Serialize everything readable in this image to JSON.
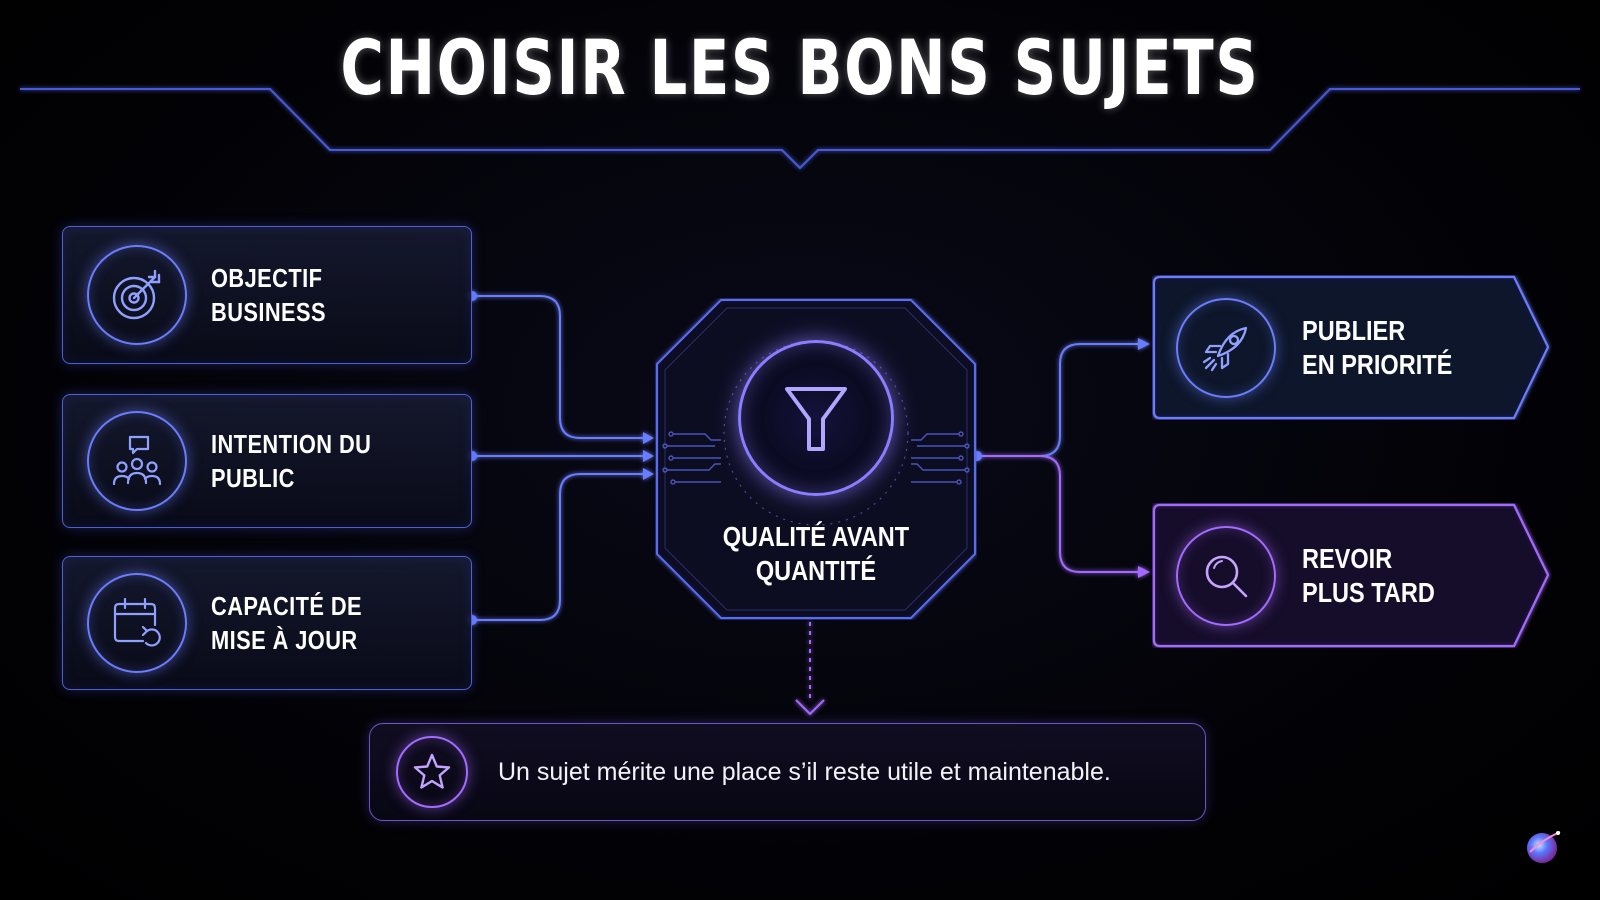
{
  "title": "CHOISIR LES BONS SUJETS",
  "inputs": [
    {
      "label": "OBJECTIF BUSINESS",
      "icon": "target-icon"
    },
    {
      "label": "INTENTION DU PUBLIC",
      "icon": "audience-icon"
    },
    {
      "label": "CAPACITÉ DE\nMISE À JOUR",
      "icon": "calendar-refresh-icon"
    }
  ],
  "center": {
    "label": "QUALITÉ AVANT\nQUANTITÉ",
    "icon": "funnel-icon"
  },
  "outputs": [
    {
      "label": "PUBLIER\nEN PRIORITÉ",
      "icon": "rocket-icon"
    },
    {
      "label": "REVOIR\nPLUS TARD",
      "icon": "magnifier-icon"
    }
  ],
  "note": {
    "text": "Un sujet mérite une place s’il reste utile et maintenable.",
    "icon": "star-icon"
  },
  "colors": {
    "blue": "#6b7dff",
    "violet": "#a46bff",
    "background": "#000000",
    "text": "#ffffff"
  }
}
